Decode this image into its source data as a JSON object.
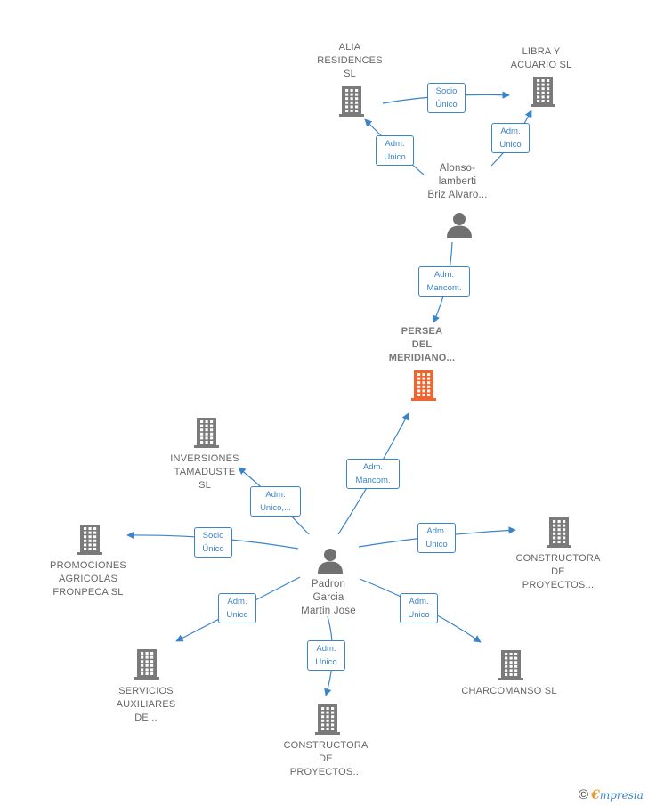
{
  "colors": {
    "edge": "#3b84c9",
    "building": "#7a7a7a",
    "focus": "#f0652f",
    "person": "#707070"
  },
  "nodes": [
    {
      "id": "alia",
      "kind": "company",
      "label": "ALIA\nRESIDENCES\nSL"
    },
    {
      "id": "libra",
      "kind": "company",
      "label": "LIBRA Y\nACUARIO  SL"
    },
    {
      "id": "alonso",
      "kind": "person",
      "label": "Alonso-\nlamberti\nBriz Alvaro..."
    },
    {
      "id": "persea",
      "kind": "focus",
      "label": "PERSEA\nDEL\nMERIDIANO..."
    },
    {
      "id": "inversiones",
      "kind": "company",
      "label": "INVERSIONES\nTAMADUSTE\nSL"
    },
    {
      "id": "promociones",
      "kind": "company",
      "label": "PROMOCIONES\nAGRICOLAS\nFRONPECA SL"
    },
    {
      "id": "padron",
      "kind": "person",
      "label": "Padron\nGarcia\nMartin Jose"
    },
    {
      "id": "constructora1",
      "kind": "company",
      "label": "CONSTRUCTORA\nDE\nPROYECTOS..."
    },
    {
      "id": "servicios",
      "kind": "company",
      "label": "SERVICIOS\nAUXILIARES\nDE..."
    },
    {
      "id": "constructora2",
      "kind": "company",
      "label": "CONSTRUCTORA\nDE\nPROYECTOS..."
    },
    {
      "id": "charcomanso",
      "kind": "company",
      "label": "CHARCOMANSO SL"
    }
  ],
  "edges": [
    {
      "from": "alia",
      "to": "libra",
      "label": "Socio\nÚnico"
    },
    {
      "from": "alonso",
      "to": "alia",
      "label": "Adm.\nUnico"
    },
    {
      "from": "alonso",
      "to": "libra",
      "label": "Adm.\nUnico"
    },
    {
      "from": "alonso",
      "to": "persea",
      "label": "Adm.\nMancom."
    },
    {
      "from": "padron",
      "to": "persea",
      "label": "Adm.\nMancom."
    },
    {
      "from": "padron",
      "to": "inversiones",
      "label": "Adm.\nUnico,..."
    },
    {
      "from": "padron",
      "to": "promociones",
      "label": "Socio\nÚnico"
    },
    {
      "from": "padron",
      "to": "constructora1",
      "label": "Adm.\nUnico"
    },
    {
      "from": "padron",
      "to": "servicios",
      "label": "Adm.\nUnico"
    },
    {
      "from": "padron",
      "to": "constructora2",
      "label": "Adm.\nUnico"
    },
    {
      "from": "padron",
      "to": "charcomanso",
      "label": "Adm.\nUnico"
    }
  ],
  "footer": {
    "copyright_symbol": "©",
    "brand_initial": "€",
    "brand_rest": "mpresia"
  }
}
